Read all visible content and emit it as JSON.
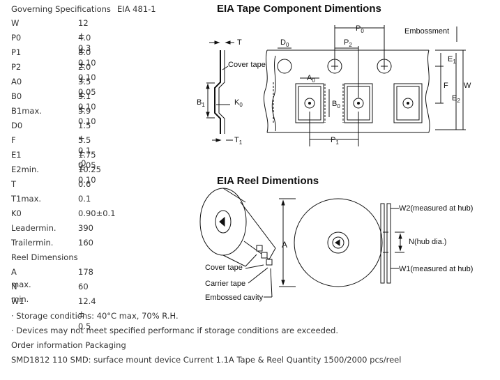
{
  "governing": {
    "label": "Governing Specifications",
    "value": "EIA 481-1"
  },
  "specs": [
    {
      "key": "W",
      "value": "12 ± 0.3"
    },
    {
      "key": "P0",
      "value": "4.0 ± 0.10"
    },
    {
      "key": "P1",
      "value": "8.0 ± 0.10"
    },
    {
      "key": "P2",
      "value": "2.0 ± 0.05"
    },
    {
      "key": "A0",
      "value": "3.5 ± 0.10"
    },
    {
      "key": "B0",
      "value": "5.1 ± 0.10"
    },
    {
      "key": "B1max.",
      "value": "5.9"
    },
    {
      "key": "D0",
      "value": "1.5 + 0.1, -0"
    },
    {
      "key": "F",
      "value": "5.5 ± 0.05"
    },
    {
      "key": "E1",
      "value": "1.75 ± 0.10"
    },
    {
      "key": "E2min.",
      "value": "10.25"
    },
    {
      "key": "T",
      "value": "0.6"
    },
    {
      "key": "T1max.",
      "value": "0.1"
    },
    {
      "key": "K0",
      "value": "0.90±0.1"
    },
    {
      "key": "Leadermin.",
      "value": "390"
    },
    {
      "key": "Trailermin.",
      "value": "160"
    }
  ],
  "reel_heading": "Reel Dimensions",
  "reel_specs": [
    {
      "key": "A max.",
      "value": "178"
    },
    {
      "key": "N min.",
      "value": "60"
    },
    {
      "key": "W1",
      "value": "12.4 ± 0.5"
    }
  ],
  "notes": [
    "· Storage conditions:  40°C max, 70% R.H.",
    "· Devices may not meet specified performanc if storage conditions are exceeded."
  ],
  "order": {
    "heading": "Order information Packaging",
    "line": "SMD1812 110   SMD:  surface mount device  Current 1.1A Tape & Reel Quantity  1500/2000 pcs/reel"
  },
  "tape_diagram": {
    "title": "EIA Tape Component Dimentions",
    "labels": {
      "T": "T",
      "D0": "D",
      "D0_sub": "0",
      "P0": "P",
      "P0_sub": "0",
      "embossment": "Embossment",
      "cover_tape": "Cover tape",
      "P2": "P",
      "P2_sub": "2",
      "E1": "E",
      "E1_sub": "1",
      "A0": "A",
      "A0_sub": "0",
      "F": "F",
      "W": "W",
      "B1": "B",
      "B1_sub": "1",
      "K0": "K",
      "K0_sub": "0",
      "B0": "B",
      "B0_sub": "0",
      "E2": "E",
      "E2_sub": "2",
      "T1": "T",
      "T1_sub": "1",
      "P1": "P",
      "P1_sub": "1"
    }
  },
  "reel_diagram": {
    "title": "EIA Reel Dimentions",
    "labels": {
      "A": "A",
      "W2": "W2(measured at hub)",
      "N": "N(hub dia.)",
      "W1": "W1(measured at hub)",
      "cover_tape": "Cover tape",
      "carrier_tape": "Carrier tape",
      "embossed_cavity": "Embossed cavity"
    }
  }
}
